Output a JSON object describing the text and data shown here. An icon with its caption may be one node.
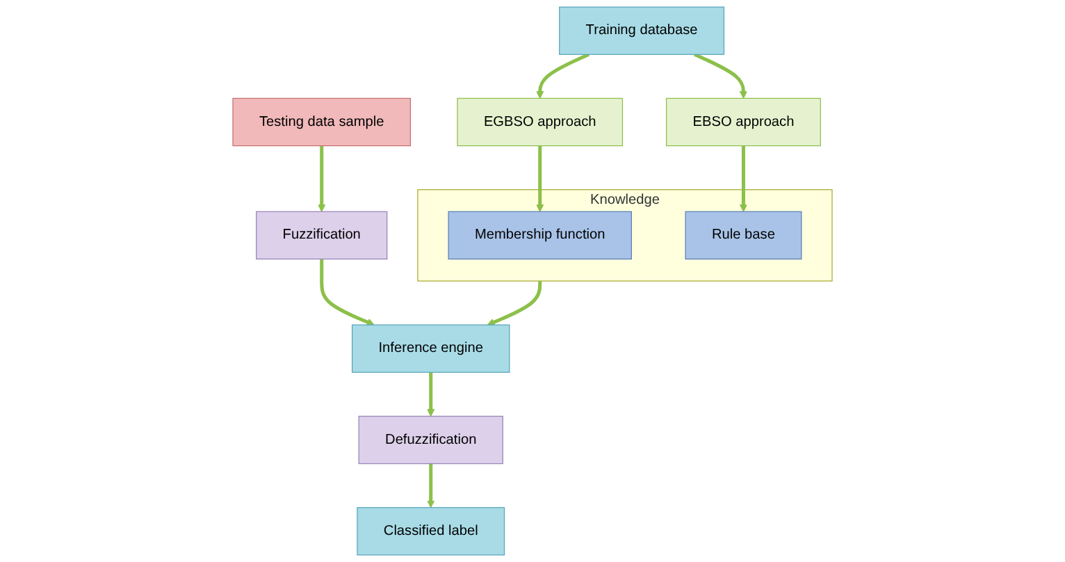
{
  "diagram": {
    "nodes": [
      {
        "text": [
          "Training database"
        ]
      },
      {
        "text": [
          "EGBSO approach"
        ]
      },
      {
        "text": [
          "EBSO approach"
        ]
      },
      {
        "text": [
          "Knowledge"
        ]
      },
      {
        "text": [
          "Membership function"
        ],
        "in": 3
      },
      {
        "text": [
          "Rule base"
        ],
        "in": 3
      },
      {
        "text": [
          "Testing data sample"
        ]
      },
      {
        "text": [
          "Fuzzification"
        ]
      },
      {
        "text": [
          "Inference engine"
        ]
      },
      {
        "text": [
          "Defuzzification"
        ]
      },
      {
        "text": [
          "Classified label"
        ]
      }
    ],
    "edges": [
      {
        "from": 0,
        "to": 1,
        "arrow": "to"
      },
      {
        "from": 0,
        "to": 2,
        "arrow": "to"
      },
      {
        "from": 1,
        "to": 4,
        "arrow": "to"
      },
      {
        "from": 2,
        "to": 5,
        "arrow": "to"
      },
      {
        "from": 6,
        "to": 7,
        "arrow": "to"
      },
      {
        "from": 3,
        "to": 8,
        "arrow": "to"
      },
      {
        "from": 7,
        "to": 8,
        "arrow": "to"
      },
      {
        "from": 8,
        "to": 9,
        "arrow": "to"
      },
      {
        "from": 9,
        "to": 10,
        "arrow": "to"
      }
    ]
  }
}
